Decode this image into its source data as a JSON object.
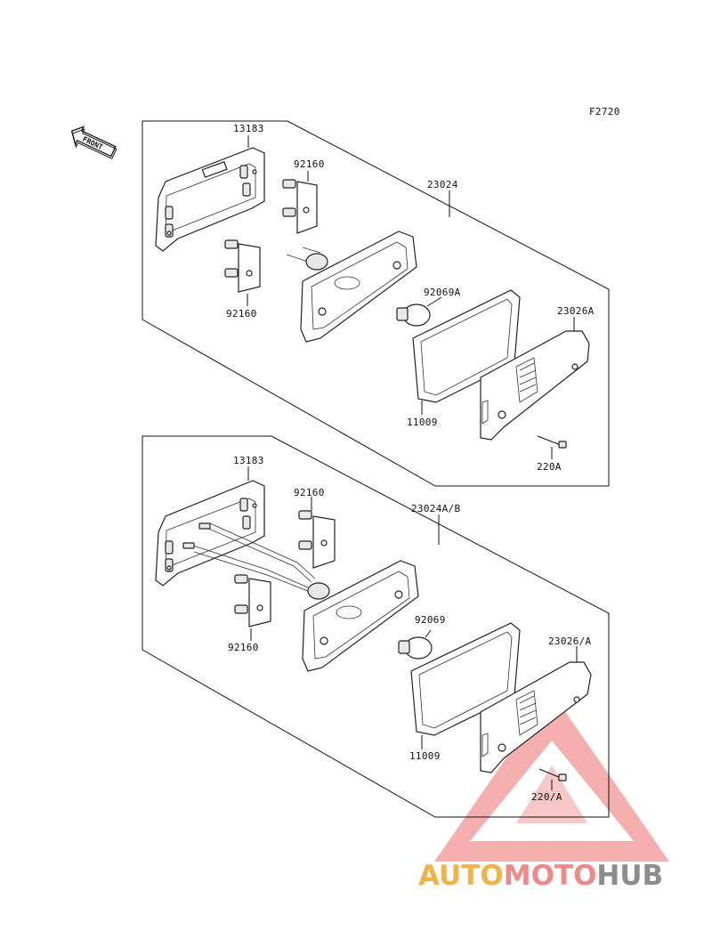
{
  "figure_code": "F2720",
  "front_label": "FRONT",
  "upper": {
    "holder": "13183",
    "bolt_top": "92160",
    "bolt_bottom": "92160",
    "assembly": "23024",
    "bulb": "92069A",
    "gasket": "11009",
    "lens": "23026A",
    "screw": "220A"
  },
  "lower": {
    "holder": "13183",
    "bolt_top": "92160",
    "bolt_bottom": "92160",
    "assembly": "23024A/B",
    "bulb": "92069",
    "gasket": "11009",
    "lens": "23026/A",
    "screw": "220/A"
  },
  "watermark": {
    "part1": "AUTO",
    "part2": "MOTO",
    "part3": "HUB",
    "color1": "#f2b24a",
    "color2": "#f08a8a",
    "color3": "#8d8d8d"
  }
}
